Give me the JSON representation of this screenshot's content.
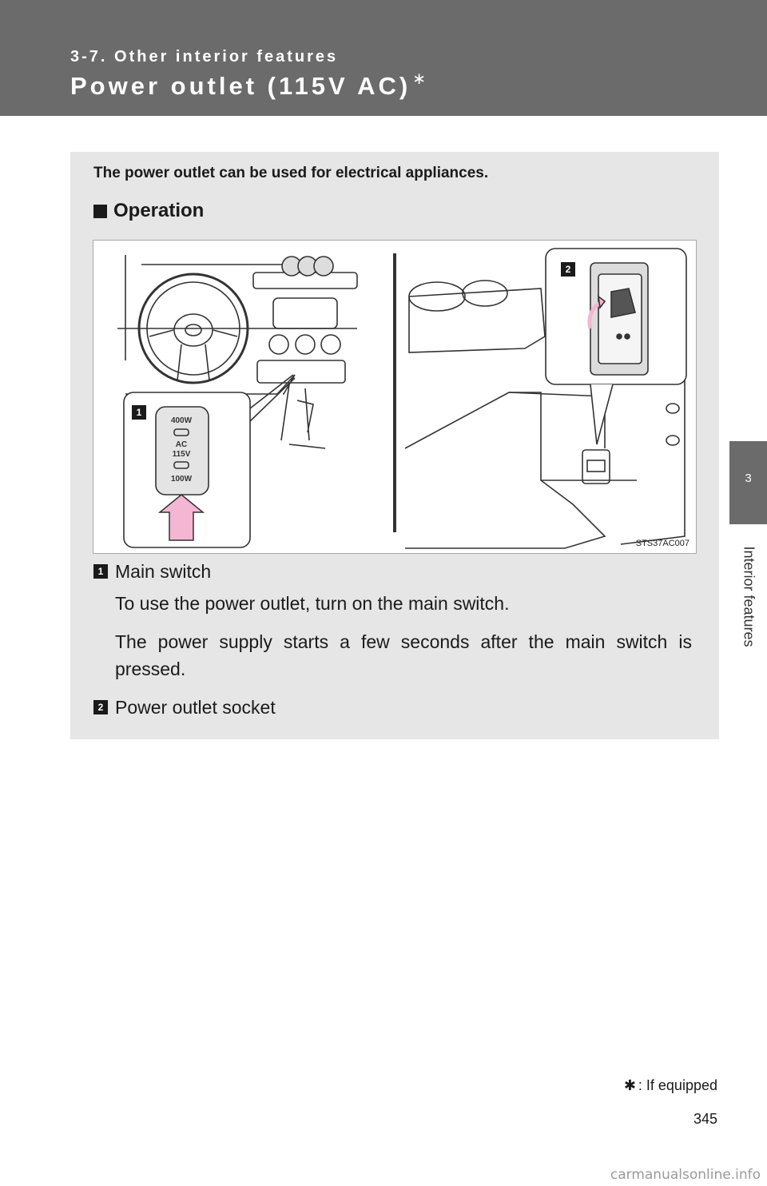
{
  "header": {
    "section": "3-7. Other interior features",
    "title": "Power outlet (115V AC)",
    "title_mark": "∗"
  },
  "side_tab": {
    "chapter": "3",
    "label": "Interior features"
  },
  "content": {
    "intro": "The power outlet can be used for electrical appliances.",
    "subheading": "Operation",
    "figure": {
      "callout_1": "1",
      "callout_2": "2",
      "switch_labels": [
        "400W",
        "AC",
        "115V",
        "100W"
      ],
      "figure_id": "STS37AC007"
    },
    "items": [
      {
        "number": "1",
        "title": "Main switch",
        "paragraphs": [
          "To use the power outlet, turn on the main switch.",
          "The power supply starts a few seconds after the main switch is pressed."
        ]
      },
      {
        "number": "2",
        "title": "Power outlet socket"
      }
    ]
  },
  "footer": {
    "footnote_mark": "✱",
    "footnote": ": If equipped",
    "page_number": "345"
  },
  "watermark": "carmanualsonline.info",
  "colors": {
    "header_bg": "#6b6b6b",
    "panel_bg": "#e6e6e6",
    "arrow_pink": "#f4b6d2"
  }
}
